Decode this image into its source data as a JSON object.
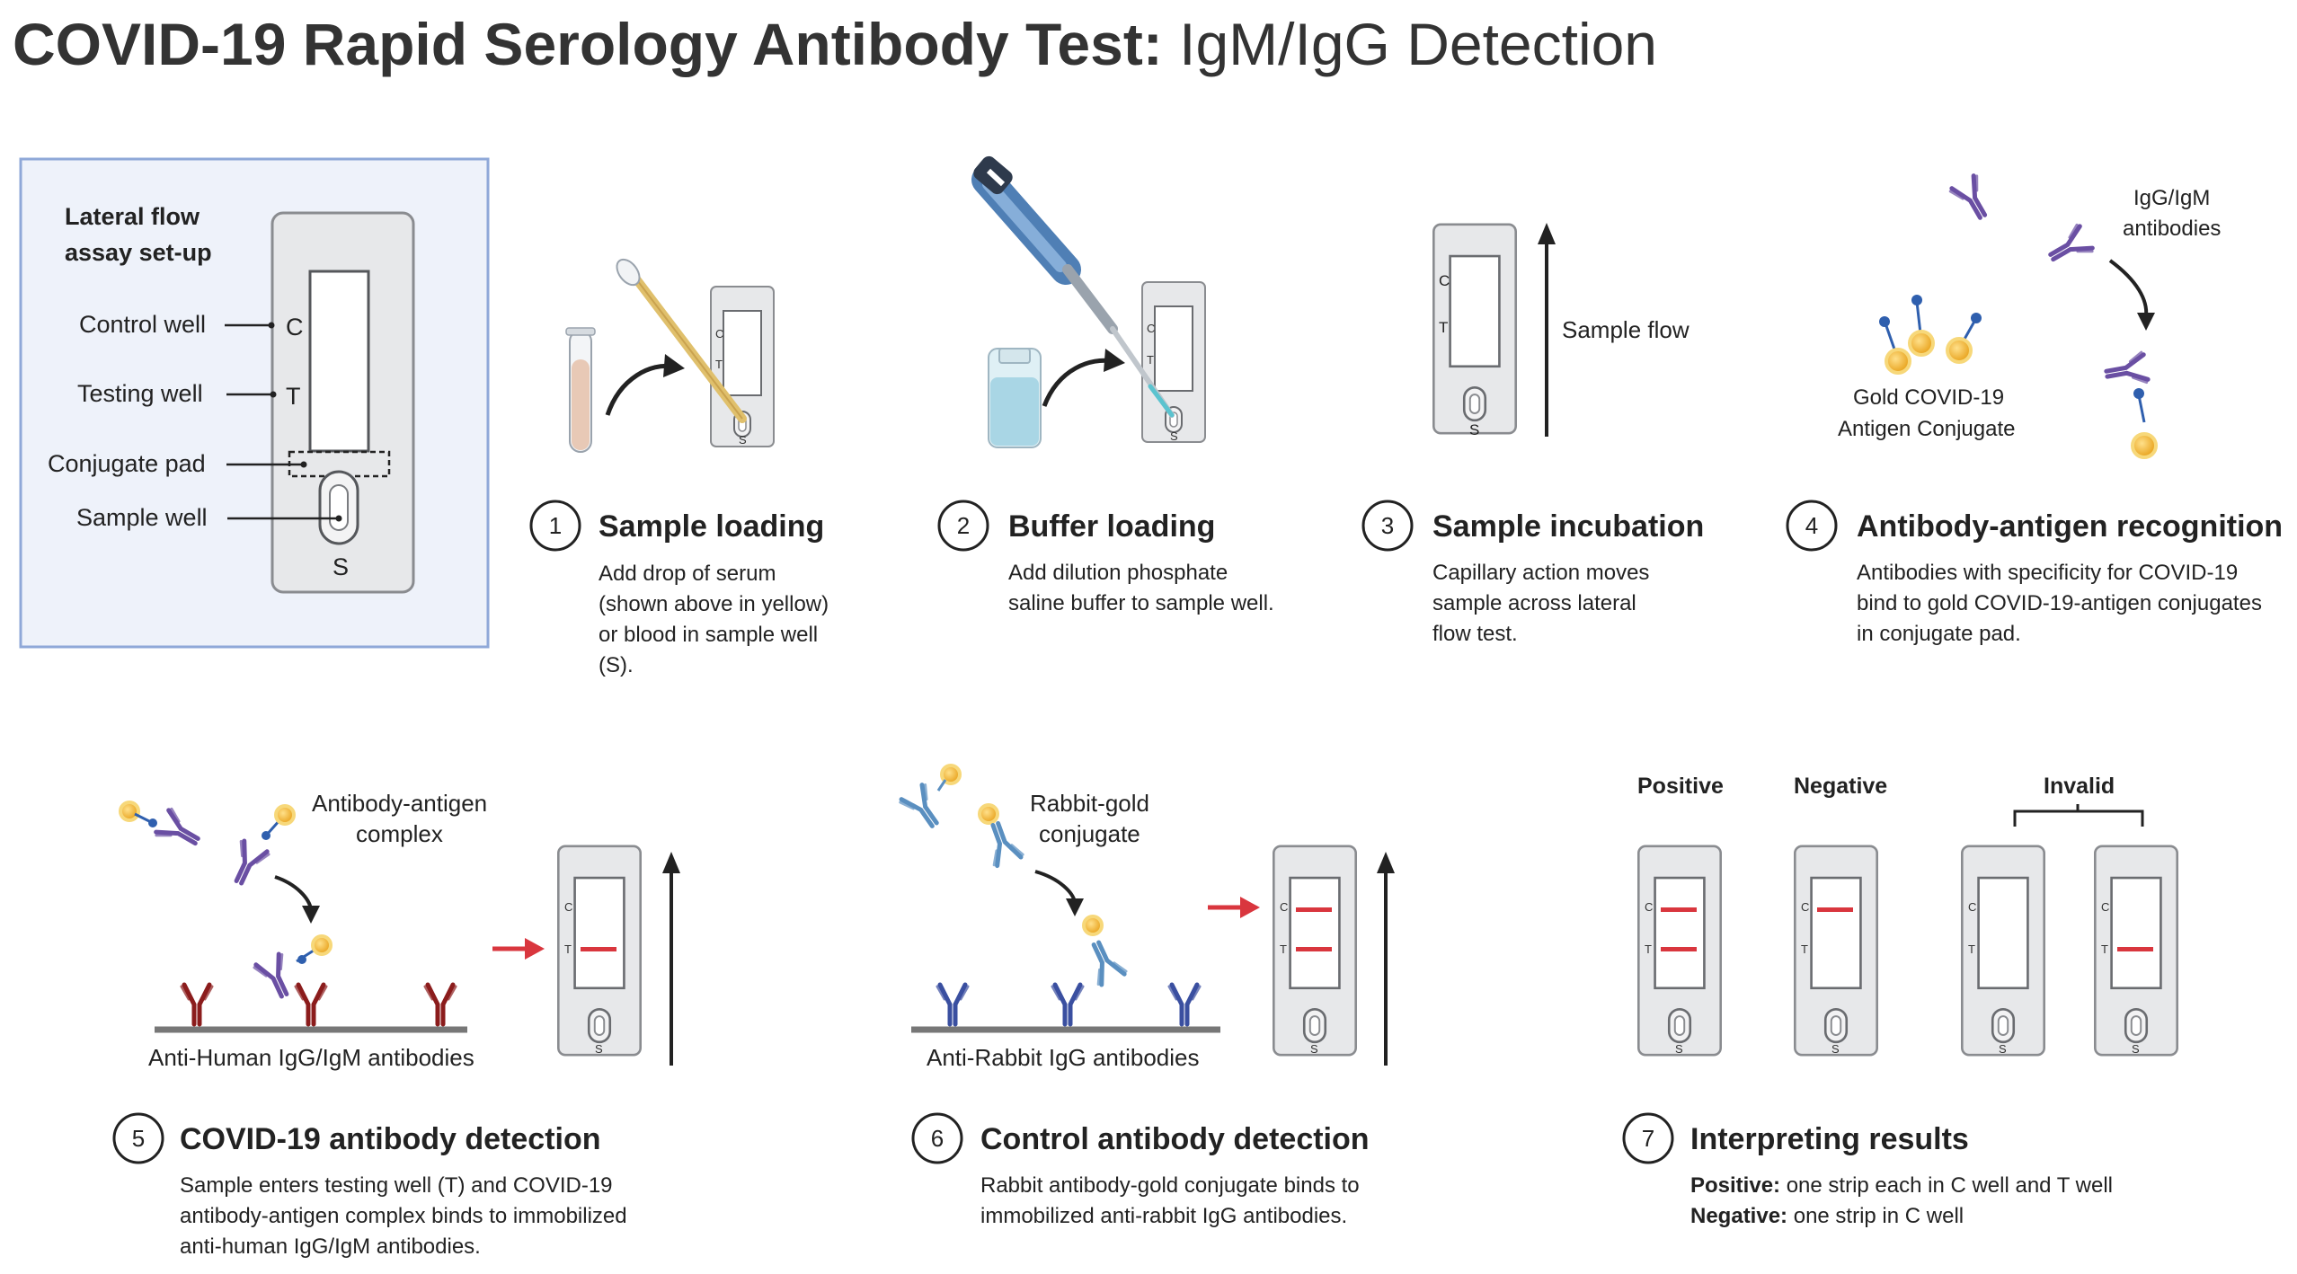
{
  "title": {
    "bold": "COVID-19 Rapid Serology Antibody Test:",
    "regular": " IgM/IgG Detection"
  },
  "setup": {
    "heading_line1": "Lateral flow",
    "heading_line2": "assay set-up",
    "control_well": "Control well",
    "testing_well": "Testing well",
    "conjugate_pad": "Conjugate pad",
    "sample_well": "Sample well",
    "c": "C",
    "t": "T",
    "s": "S"
  },
  "strip_letters": {
    "c": "C",
    "t": "T",
    "s": "S"
  },
  "steps": [
    {
      "number": "1",
      "title": "Sample loading",
      "desc": [
        "Add drop of serum",
        "(shown above in yellow)",
        "or blood in sample well",
        "(S)."
      ]
    },
    {
      "number": "2",
      "title": "Buffer loading",
      "desc": [
        "Add dilution phosphate",
        "saline buffer to sample well."
      ]
    },
    {
      "number": "3",
      "title": "Sample incubation",
      "desc": [
        "Capillary action moves",
        "sample across lateral",
        "flow test."
      ]
    },
    {
      "number": "4",
      "title": "Antibody-antigen recognition",
      "desc": [
        "Antibodies with specificity for COVID-19",
        "bind to gold COVID-19-antigen conjugates",
        "in conjugate pad."
      ]
    },
    {
      "number": "5",
      "title": "COVID-19 antibody detection",
      "desc": [
        "Sample enters testing well (T) and COVID-19",
        "antibody-antigen complex binds to immobilized",
        "anti-human IgG/IgM antibodies."
      ]
    },
    {
      "number": "6",
      "title": "Control antibody detection",
      "desc": [
        "Rabbit antibody-gold conjugate binds to",
        "immobilized anti-rabbit IgG antibodies."
      ]
    },
    {
      "number": "7",
      "title": "Interpreting results"
    }
  ],
  "step7_desc": {
    "positive_label": "Positive:",
    "positive_text": " one strip each in C well and T well",
    "negative_label": "Negative:",
    "negative_text": " one strip in C well"
  },
  "labels": {
    "sample_flow": "Sample flow",
    "igg_igm_line1": "IgG/IgM",
    "igg_igm_line2": "antibodies",
    "gold_line1": "Gold  COVID-19",
    "gold_line2": "Antigen Conjugate",
    "complex_line1": "Antibody-antigen",
    "complex_line2": "complex",
    "anti_human": "Anti-Human IgG/IgM antibodies",
    "rabbit_line1": "Rabbit-gold",
    "rabbit_line2": "conjugate",
    "anti_rabbit": "Anti-Rabbit IgG antibodies",
    "positive": "Positive",
    "negative": "Negative",
    "invalid": "Invalid"
  },
  "colors": {
    "test_line": "#d9363e",
    "purple_antibody": "#6a4fa3",
    "blue_antibody": "#5a8fc0",
    "dark_red_antibody": "#8b1c1c",
    "navy_antibody": "#3a4fa0",
    "gold": "#f2b632",
    "frame_blue": "#8fa8d8"
  }
}
